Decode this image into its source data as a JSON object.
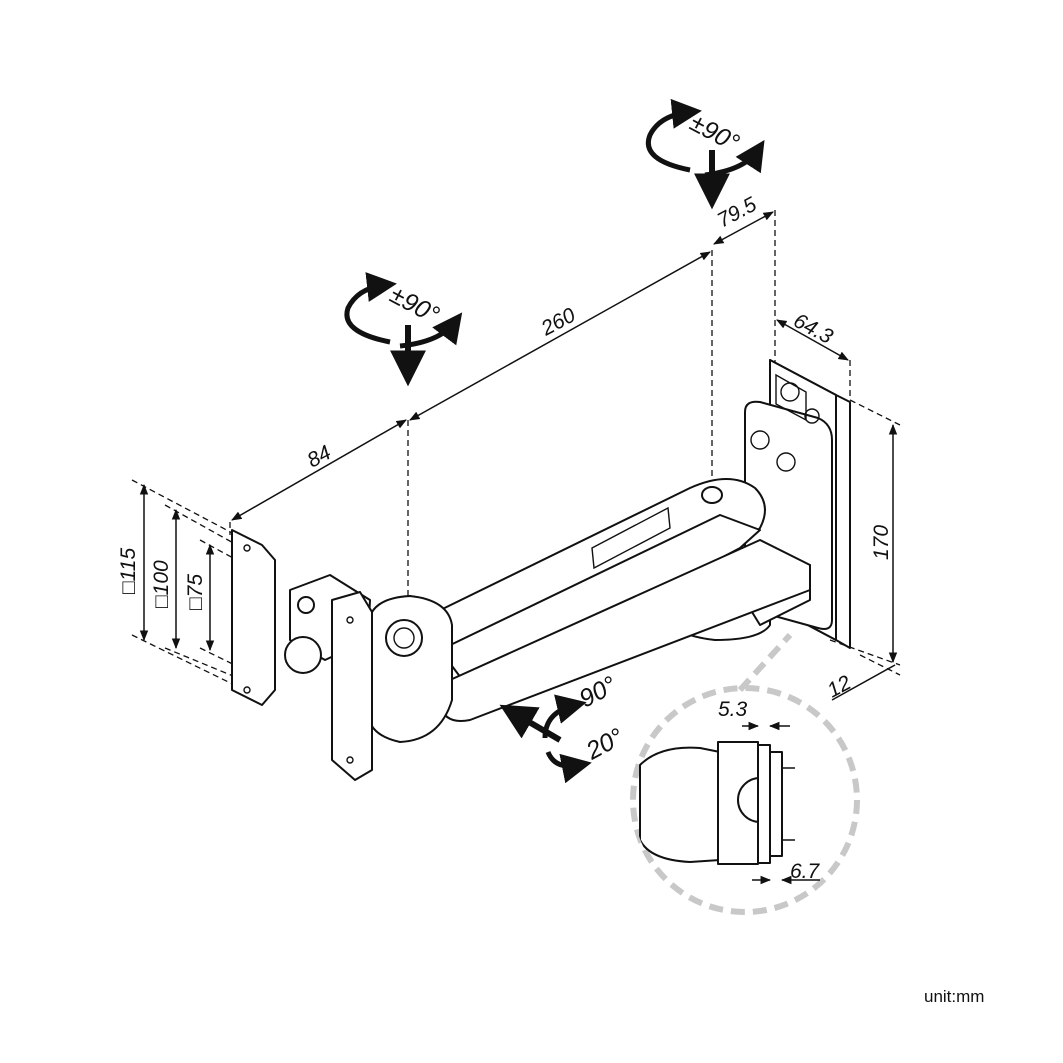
{
  "dimensions": {
    "d84": "84",
    "d260": "260",
    "d79_5": "79.5",
    "d64_3": "64.3",
    "d170": "170",
    "d12": "12",
    "d5_3": "5.3",
    "d6_7": "6.7",
    "vesa115": "□115",
    "vesa100": "□100",
    "vesa75": "□75"
  },
  "angles": {
    "swivel_top": "±90°",
    "swivel_mid": "±90°",
    "tilt_up": "90°",
    "tilt_down": "20°"
  },
  "unit": "unit:mm"
}
